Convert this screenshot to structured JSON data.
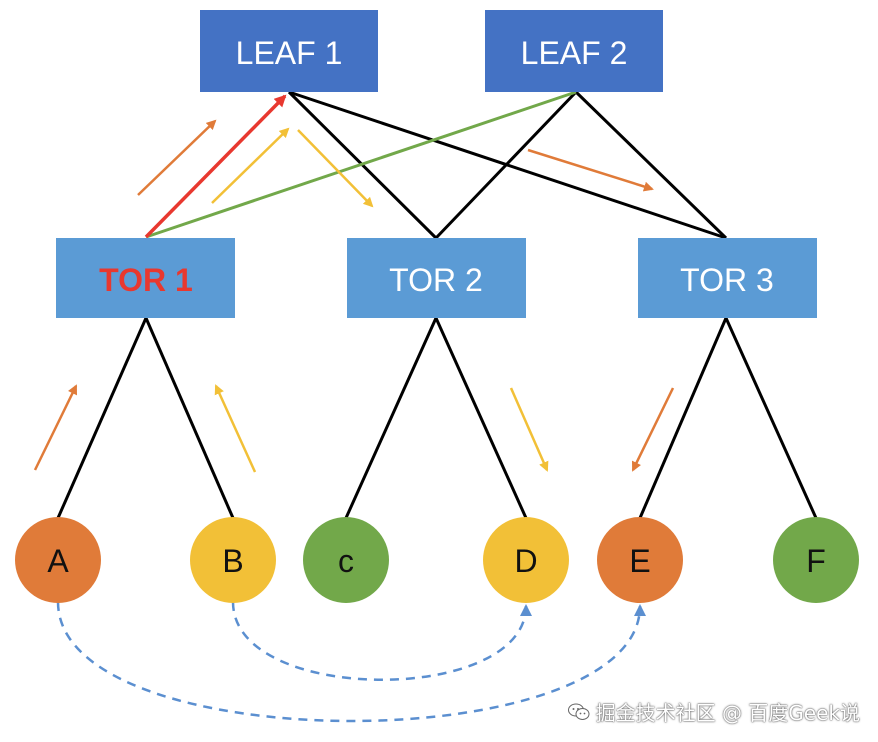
{
  "colors": {
    "leaf_fill": "#4472c4",
    "tor_fill": "#5b9bd5",
    "tor1_label": "#e8382f",
    "host_orange": "#e07b39",
    "host_yellow": "#f2c037",
    "host_green": "#72a84a",
    "link": "#000000",
    "arrow_orange": "#e07b39",
    "arrow_yellow": "#f2c037",
    "arrow_red": "#e8382f",
    "green_link": "#72a84a",
    "dashed": "#5b8fd0"
  },
  "leaves": [
    {
      "id": "leaf1",
      "label": "LEAF 1"
    },
    {
      "id": "leaf2",
      "label": "LEAF 2"
    }
  ],
  "tors": [
    {
      "id": "tor1",
      "label": "TOR 1",
      "highlight": true
    },
    {
      "id": "tor2",
      "label": "TOR 2",
      "highlight": false
    },
    {
      "id": "tor3",
      "label": "TOR 3",
      "highlight": false
    }
  ],
  "hosts": [
    {
      "id": "A",
      "label": "A",
      "color": "orange"
    },
    {
      "id": "B",
      "label": "B",
      "color": "yellow"
    },
    {
      "id": "C",
      "label": "c",
      "color": "green"
    },
    {
      "id": "D",
      "label": "D",
      "color": "yellow"
    },
    {
      "id": "E",
      "label": "E",
      "color": "orange"
    },
    {
      "id": "F",
      "label": "F",
      "color": "green"
    }
  ],
  "watermark": {
    "text": "掘金技术社区 @ 百度Geek说",
    "icon": "wechat-icon"
  }
}
